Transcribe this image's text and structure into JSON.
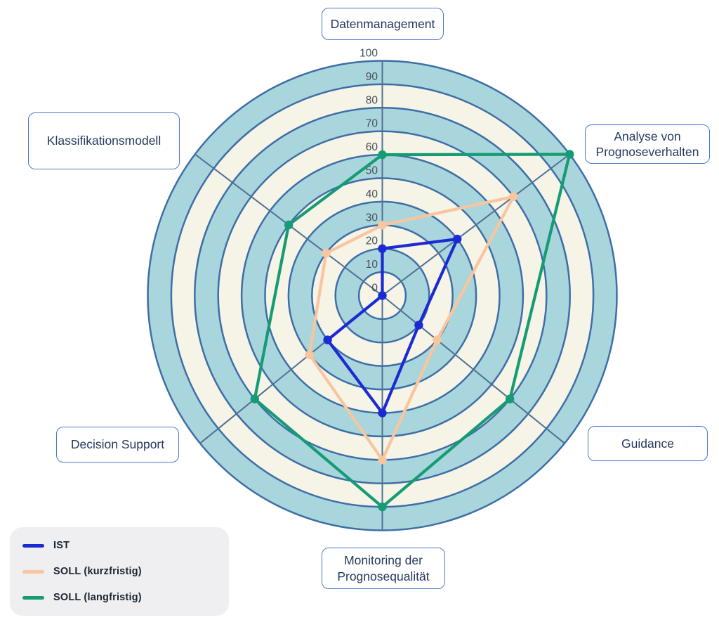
{
  "chart_data": {
    "type": "radar",
    "categories": [
      "Datenmanagement",
      "Analyse von Prognoseverhalten",
      "Guidance",
      "Monitoring der Prognosequalität",
      "Decision Support",
      "Klassifikationsmodell"
    ],
    "series": [
      {
        "name": "IST",
        "color": "#1b2bd2",
        "values": [
          20,
          40,
          20,
          50,
          30,
          0
        ]
      },
      {
        "name": "SOLL (kurzfristig)",
        "color": "#f9c59e",
        "values": [
          30,
          70,
          30,
          70,
          40,
          30
        ]
      },
      {
        "name": "SOLL (langfristig)",
        "color": "#169c74",
        "values": [
          60,
          100,
          70,
          90,
          70,
          50
        ]
      }
    ],
    "rlim": [
      0,
      100
    ],
    "radial_ticks": [
      0,
      10,
      20,
      30,
      40,
      50,
      60,
      70,
      80,
      90,
      100
    ],
    "axis_angles_deg": [
      90,
      37,
      -39,
      -90,
      219,
      143
    ],
    "grid": "concentric-rings-every-10",
    "ring_band_colors": {
      "inner_even": "#f6f3e7",
      "odd": "#a9d6dd"
    },
    "ring_stroke_color": "#3e6ea6",
    "spoke_color": "#4f7093",
    "tick_label_color": "#474f5c",
    "legend_position": "bottom-left",
    "title": ""
  },
  "axis_boxes": [
    {
      "text": "Datenmanagement"
    },
    {
      "text": "Analyse von Prognoseverhalten"
    },
    {
      "text": "Guidance"
    },
    {
      "text": "Monitoring der Prognosequalität"
    },
    {
      "text": "Decision Support"
    },
    {
      "text": "Klassifikationsmodell"
    }
  ],
  "legend": {
    "entries": [
      {
        "label": "IST"
      },
      {
        "label": "SOLL (kurzfristig)"
      },
      {
        "label": "SOLL (langfristig)"
      }
    ]
  }
}
